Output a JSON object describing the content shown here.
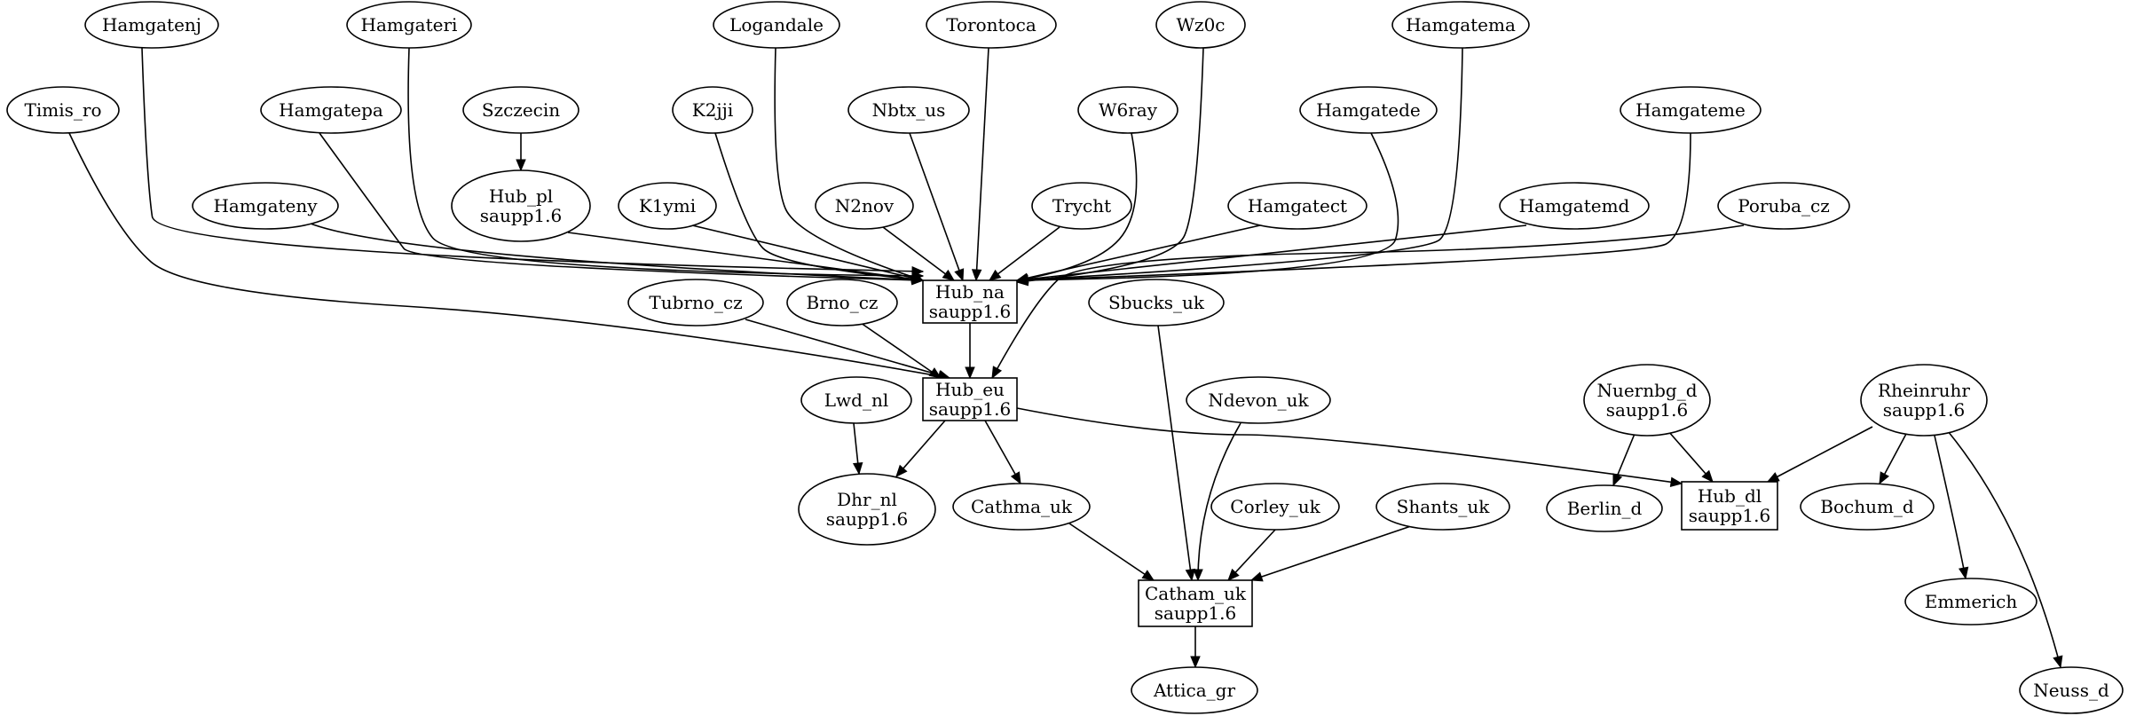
{
  "graph": {
    "nodes": [
      {
        "id": "Hamgatenj",
        "lines": [
          "Hamgatenj"
        ],
        "shape": "ellipse"
      },
      {
        "id": "Hamgateri",
        "lines": [
          "Hamgateri"
        ],
        "shape": "ellipse"
      },
      {
        "id": "Logandale",
        "lines": [
          "Logandale"
        ],
        "shape": "ellipse"
      },
      {
        "id": "Torontoca",
        "lines": [
          "Torontoca"
        ],
        "shape": "ellipse"
      },
      {
        "id": "Wz0c",
        "lines": [
          "Wz0c"
        ],
        "shape": "ellipse"
      },
      {
        "id": "Hamgatema",
        "lines": [
          "Hamgatema"
        ],
        "shape": "ellipse"
      },
      {
        "id": "Timis_ro",
        "lines": [
          "Timis_ro"
        ],
        "shape": "ellipse"
      },
      {
        "id": "Hamgatepa",
        "lines": [
          "Hamgatepa"
        ],
        "shape": "ellipse"
      },
      {
        "id": "Szczecin",
        "lines": [
          "Szczecin"
        ],
        "shape": "ellipse"
      },
      {
        "id": "K2jji",
        "lines": [
          "K2jji"
        ],
        "shape": "ellipse"
      },
      {
        "id": "Nbtx_us",
        "lines": [
          "Nbtx_us"
        ],
        "shape": "ellipse"
      },
      {
        "id": "W6ray",
        "lines": [
          "W6ray"
        ],
        "shape": "ellipse"
      },
      {
        "id": "Hamgatede",
        "lines": [
          "Hamgatede"
        ],
        "shape": "ellipse"
      },
      {
        "id": "Hamgateme",
        "lines": [
          "Hamgateme"
        ],
        "shape": "ellipse"
      },
      {
        "id": "Hamgateny",
        "lines": [
          "Hamgateny"
        ],
        "shape": "ellipse"
      },
      {
        "id": "Hub_pl",
        "lines": [
          "Hub_pl",
          "saupp1.6"
        ],
        "shape": "ellipse"
      },
      {
        "id": "K1ymi",
        "lines": [
          "K1ymi"
        ],
        "shape": "ellipse"
      },
      {
        "id": "N2nov",
        "lines": [
          "N2nov"
        ],
        "shape": "ellipse"
      },
      {
        "id": "Trycht",
        "lines": [
          "Trycht"
        ],
        "shape": "ellipse"
      },
      {
        "id": "Hamgatect",
        "lines": [
          "Hamgatect"
        ],
        "shape": "ellipse"
      },
      {
        "id": "Hamgatemd",
        "lines": [
          "Hamgatemd"
        ],
        "shape": "ellipse"
      },
      {
        "id": "Poruba_cz",
        "lines": [
          "Poruba_cz"
        ],
        "shape": "ellipse"
      },
      {
        "id": "Hub_na",
        "lines": [
          "Hub_na",
          "saupp1.6"
        ],
        "shape": "box"
      },
      {
        "id": "Tubrno_cz",
        "lines": [
          "Tubrno_cz"
        ],
        "shape": "ellipse"
      },
      {
        "id": "Brno_cz",
        "lines": [
          "Brno_cz"
        ],
        "shape": "ellipse"
      },
      {
        "id": "Sbucks_uk",
        "lines": [
          "Sbucks_uk"
        ],
        "shape": "ellipse"
      },
      {
        "id": "Hub_eu",
        "lines": [
          "Hub_eu",
          "saupp1.6"
        ],
        "shape": "box"
      },
      {
        "id": "Lwd_nl",
        "lines": [
          "Lwd_nl"
        ],
        "shape": "ellipse"
      },
      {
        "id": "Ndevon_uk",
        "lines": [
          "Ndevon_uk"
        ],
        "shape": "ellipse"
      },
      {
        "id": "Nuernbg_d",
        "lines": [
          "Nuernbg_d",
          "saupp1.6"
        ],
        "shape": "ellipse"
      },
      {
        "id": "Rheinruhr",
        "lines": [
          "Rheinruhr",
          "saupp1.6"
        ],
        "shape": "ellipse"
      },
      {
        "id": "Dhr_nl",
        "lines": [
          "Dhr_nl",
          "saupp1.6"
        ],
        "shape": "ellipse"
      },
      {
        "id": "Cathma_uk",
        "lines": [
          "Cathma_uk"
        ],
        "shape": "ellipse"
      },
      {
        "id": "Corley_uk",
        "lines": [
          "Corley_uk"
        ],
        "shape": "ellipse"
      },
      {
        "id": "Shants_uk",
        "lines": [
          "Shants_uk"
        ],
        "shape": "ellipse"
      },
      {
        "id": "Berlin_d",
        "lines": [
          "Berlin_d"
        ],
        "shape": "ellipse"
      },
      {
        "id": "Hub_dl",
        "lines": [
          "Hub_dl",
          "saupp1.6"
        ],
        "shape": "box"
      },
      {
        "id": "Bochum_d",
        "lines": [
          "Bochum_d"
        ],
        "shape": "ellipse"
      },
      {
        "id": "Catham_uk",
        "lines": [
          "Catham_uk",
          "saupp1.6"
        ],
        "shape": "box"
      },
      {
        "id": "Emmerich",
        "lines": [
          "Emmerich"
        ],
        "shape": "ellipse"
      },
      {
        "id": "Attica_gr",
        "lines": [
          "Attica_gr"
        ],
        "shape": "ellipse"
      },
      {
        "id": "Neuss_d",
        "lines": [
          "Neuss_d"
        ],
        "shape": "ellipse"
      }
    ],
    "edges": [
      {
        "from": "Hamgatenj",
        "to": "Hub_na"
      },
      {
        "from": "Hamgateri",
        "to": "Hub_na"
      },
      {
        "from": "Logandale",
        "to": "Hub_na"
      },
      {
        "from": "Torontoca",
        "to": "Hub_na"
      },
      {
        "from": "Wz0c",
        "to": "Hub_na"
      },
      {
        "from": "Hamgatema",
        "to": "Hub_na"
      },
      {
        "from": "Timis_ro",
        "to": "Hub_eu"
      },
      {
        "from": "Hamgatepa",
        "to": "Hub_na"
      },
      {
        "from": "Szczecin",
        "to": "Hub_pl"
      },
      {
        "from": "K2jji",
        "to": "Hub_na"
      },
      {
        "from": "Nbtx_us",
        "to": "Hub_na"
      },
      {
        "from": "W6ray",
        "to": "Hub_na"
      },
      {
        "from": "Hamgatede",
        "to": "Hub_na"
      },
      {
        "from": "Hamgateme",
        "to": "Hub_na"
      },
      {
        "from": "Hamgateny",
        "to": "Hub_na"
      },
      {
        "from": "Hub_pl",
        "to": "Hub_na"
      },
      {
        "from": "K1ymi",
        "to": "Hub_na"
      },
      {
        "from": "N2nov",
        "to": "Hub_na"
      },
      {
        "from": "Trycht",
        "to": "Hub_na"
      },
      {
        "from": "Hamgatect",
        "to": "Hub_na"
      },
      {
        "from": "Hamgatemd",
        "to": "Hub_na"
      },
      {
        "from": "Poruba_cz",
        "to": "Hub_eu"
      },
      {
        "from": "Hub_na",
        "to": "Hub_eu"
      },
      {
        "from": "Tubrno_cz",
        "to": "Hub_eu"
      },
      {
        "from": "Brno_cz",
        "to": "Hub_eu"
      },
      {
        "from": "Hub_eu",
        "to": "Dhr_nl"
      },
      {
        "from": "Hub_eu",
        "to": "Cathma_uk"
      },
      {
        "from": "Hub_eu",
        "to": "Hub_dl"
      },
      {
        "from": "Lwd_nl",
        "to": "Dhr_nl"
      },
      {
        "from": "Sbucks_uk",
        "to": "Catham_uk"
      },
      {
        "from": "Ndevon_uk",
        "to": "Catham_uk"
      },
      {
        "from": "Cathma_uk",
        "to": "Catham_uk"
      },
      {
        "from": "Corley_uk",
        "to": "Catham_uk"
      },
      {
        "from": "Shants_uk",
        "to": "Catham_uk"
      },
      {
        "from": "Catham_uk",
        "to": "Attica_gr"
      },
      {
        "from": "Nuernbg_d",
        "to": "Berlin_d"
      },
      {
        "from": "Nuernbg_d",
        "to": "Hub_dl"
      },
      {
        "from": "Rheinruhr",
        "to": "Hub_dl"
      },
      {
        "from": "Rheinruhr",
        "to": "Bochum_d"
      },
      {
        "from": "Rheinruhr",
        "to": "Emmerich"
      },
      {
        "from": "Rheinruhr",
        "to": "Neuss_d"
      }
    ]
  }
}
